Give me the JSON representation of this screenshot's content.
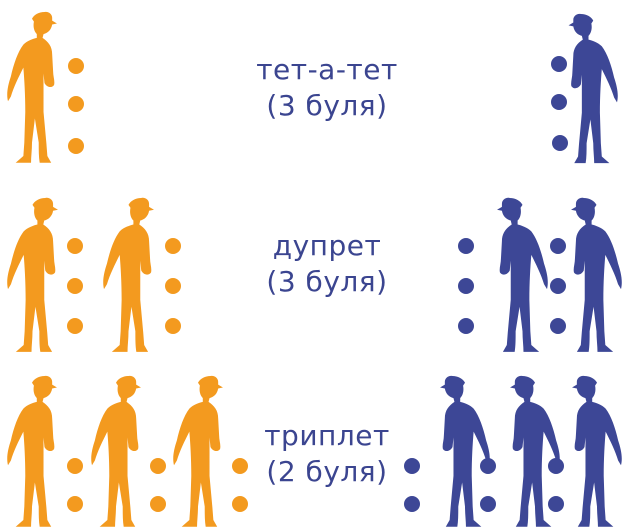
{
  "colors": {
    "orange": "#F39A1F",
    "blue": "#3D4796",
    "text": "#3B4590"
  },
  "icon": "petanque-player-icon",
  "formations": [
    {
      "title": "тет-а-тет",
      "balls": "(3 буля)",
      "players_per_team": 1,
      "balls_per_player": 3
    },
    {
      "title": "дупрет",
      "balls": "(3 буля)",
      "players_per_team": 2,
      "balls_per_player": 3
    },
    {
      "title": "триплет",
      "balls": "(2 буля)",
      "players_per_team": 3,
      "balls_per_player": 2
    }
  ]
}
